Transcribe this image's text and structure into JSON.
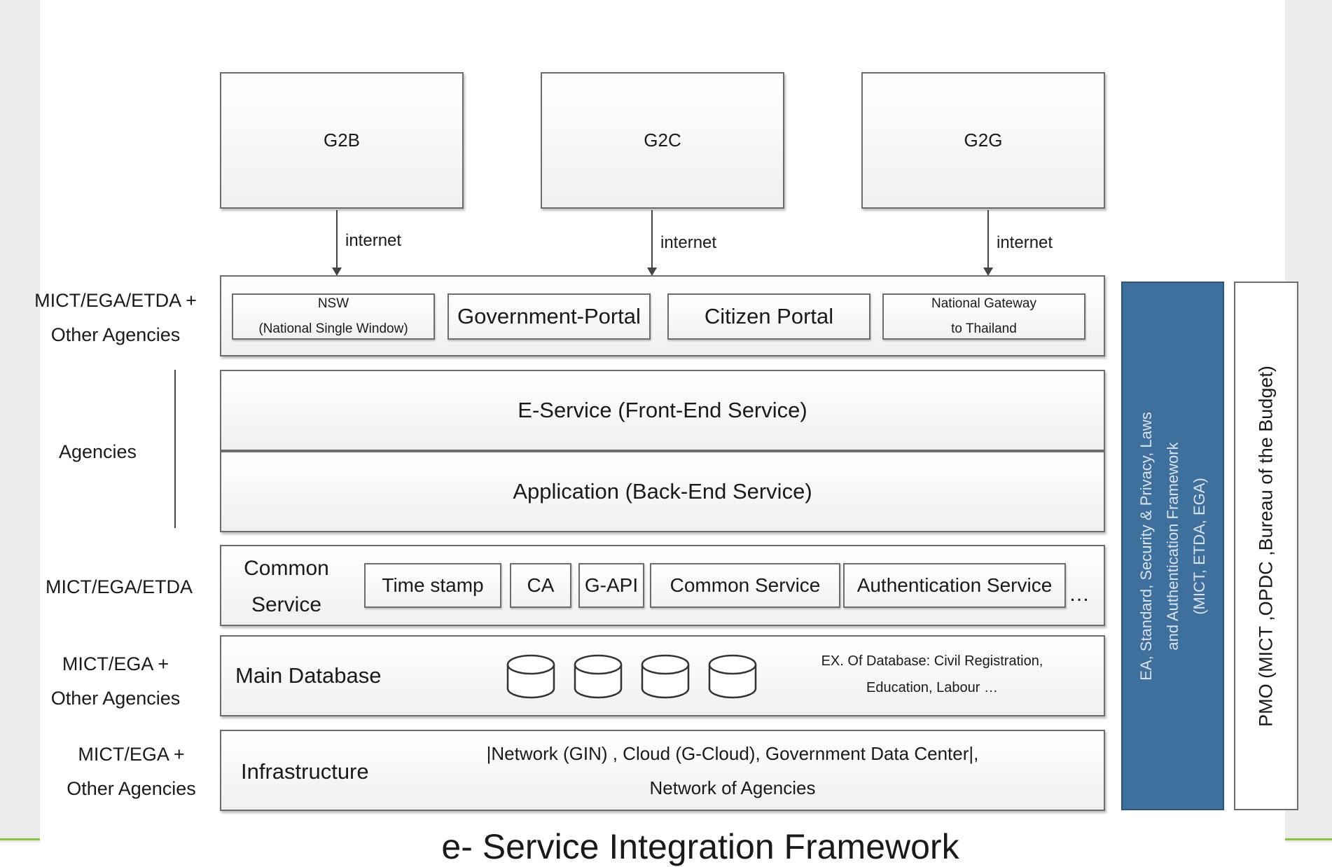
{
  "channels": [
    {
      "label": "G2B",
      "connector": "internet"
    },
    {
      "label": "G2C",
      "connector": "internet"
    },
    {
      "label": "G2G",
      "connector": "internet"
    }
  ],
  "left_labels": {
    "portal": [
      "MICT/EGA/ETDA +",
      "Other Agencies"
    ],
    "agencies": "Agencies",
    "common": "MICT/EGA/ETDA",
    "database": [
      "MICT/EGA +",
      "Other Agencies"
    ],
    "infra": [
      "MICT/EGA +",
      "Other Agencies"
    ]
  },
  "portals": [
    {
      "line1": "NSW",
      "line2": "(National Single Window)"
    },
    {
      "line1": "Government-Portal"
    },
    {
      "line1": "Citizen Portal"
    },
    {
      "line1": "National Gateway",
      "line2": "to Thailand"
    }
  ],
  "layers": {
    "eservice": "E-Service (Front-End Service)",
    "application": "Application (Back-End Service)",
    "common": {
      "title": [
        "Common",
        "Service"
      ],
      "items": [
        "Time stamp",
        "CA",
        "G-API",
        "Common Service",
        "Authentication Service"
      ],
      "more": "…"
    },
    "database": {
      "title": "Main Database",
      "example": [
        "EX. Of Database: Civil Registration,",
        "Education, Labour …"
      ],
      "icon_count": 4
    },
    "infra": {
      "title": "Infrastructure",
      "desc": [
        "|Network (GIN) , Cloud (G-Cloud), Government Data Center|,",
        "Network of Agencies"
      ]
    }
  },
  "side_panels": {
    "standards": [
      "EA, Standard, Security & Privacy, Laws",
      "and Authentication Framework",
      "(MICT, ETDA, EGA)"
    ],
    "pmo": "PMO (MICT ,OPDC ,Bureau of the Budget)"
  },
  "caption": "e- Service Integration Framework",
  "colors": {
    "standards_panel": "#3f6f9c",
    "accent_line": "#8bc34a"
  }
}
